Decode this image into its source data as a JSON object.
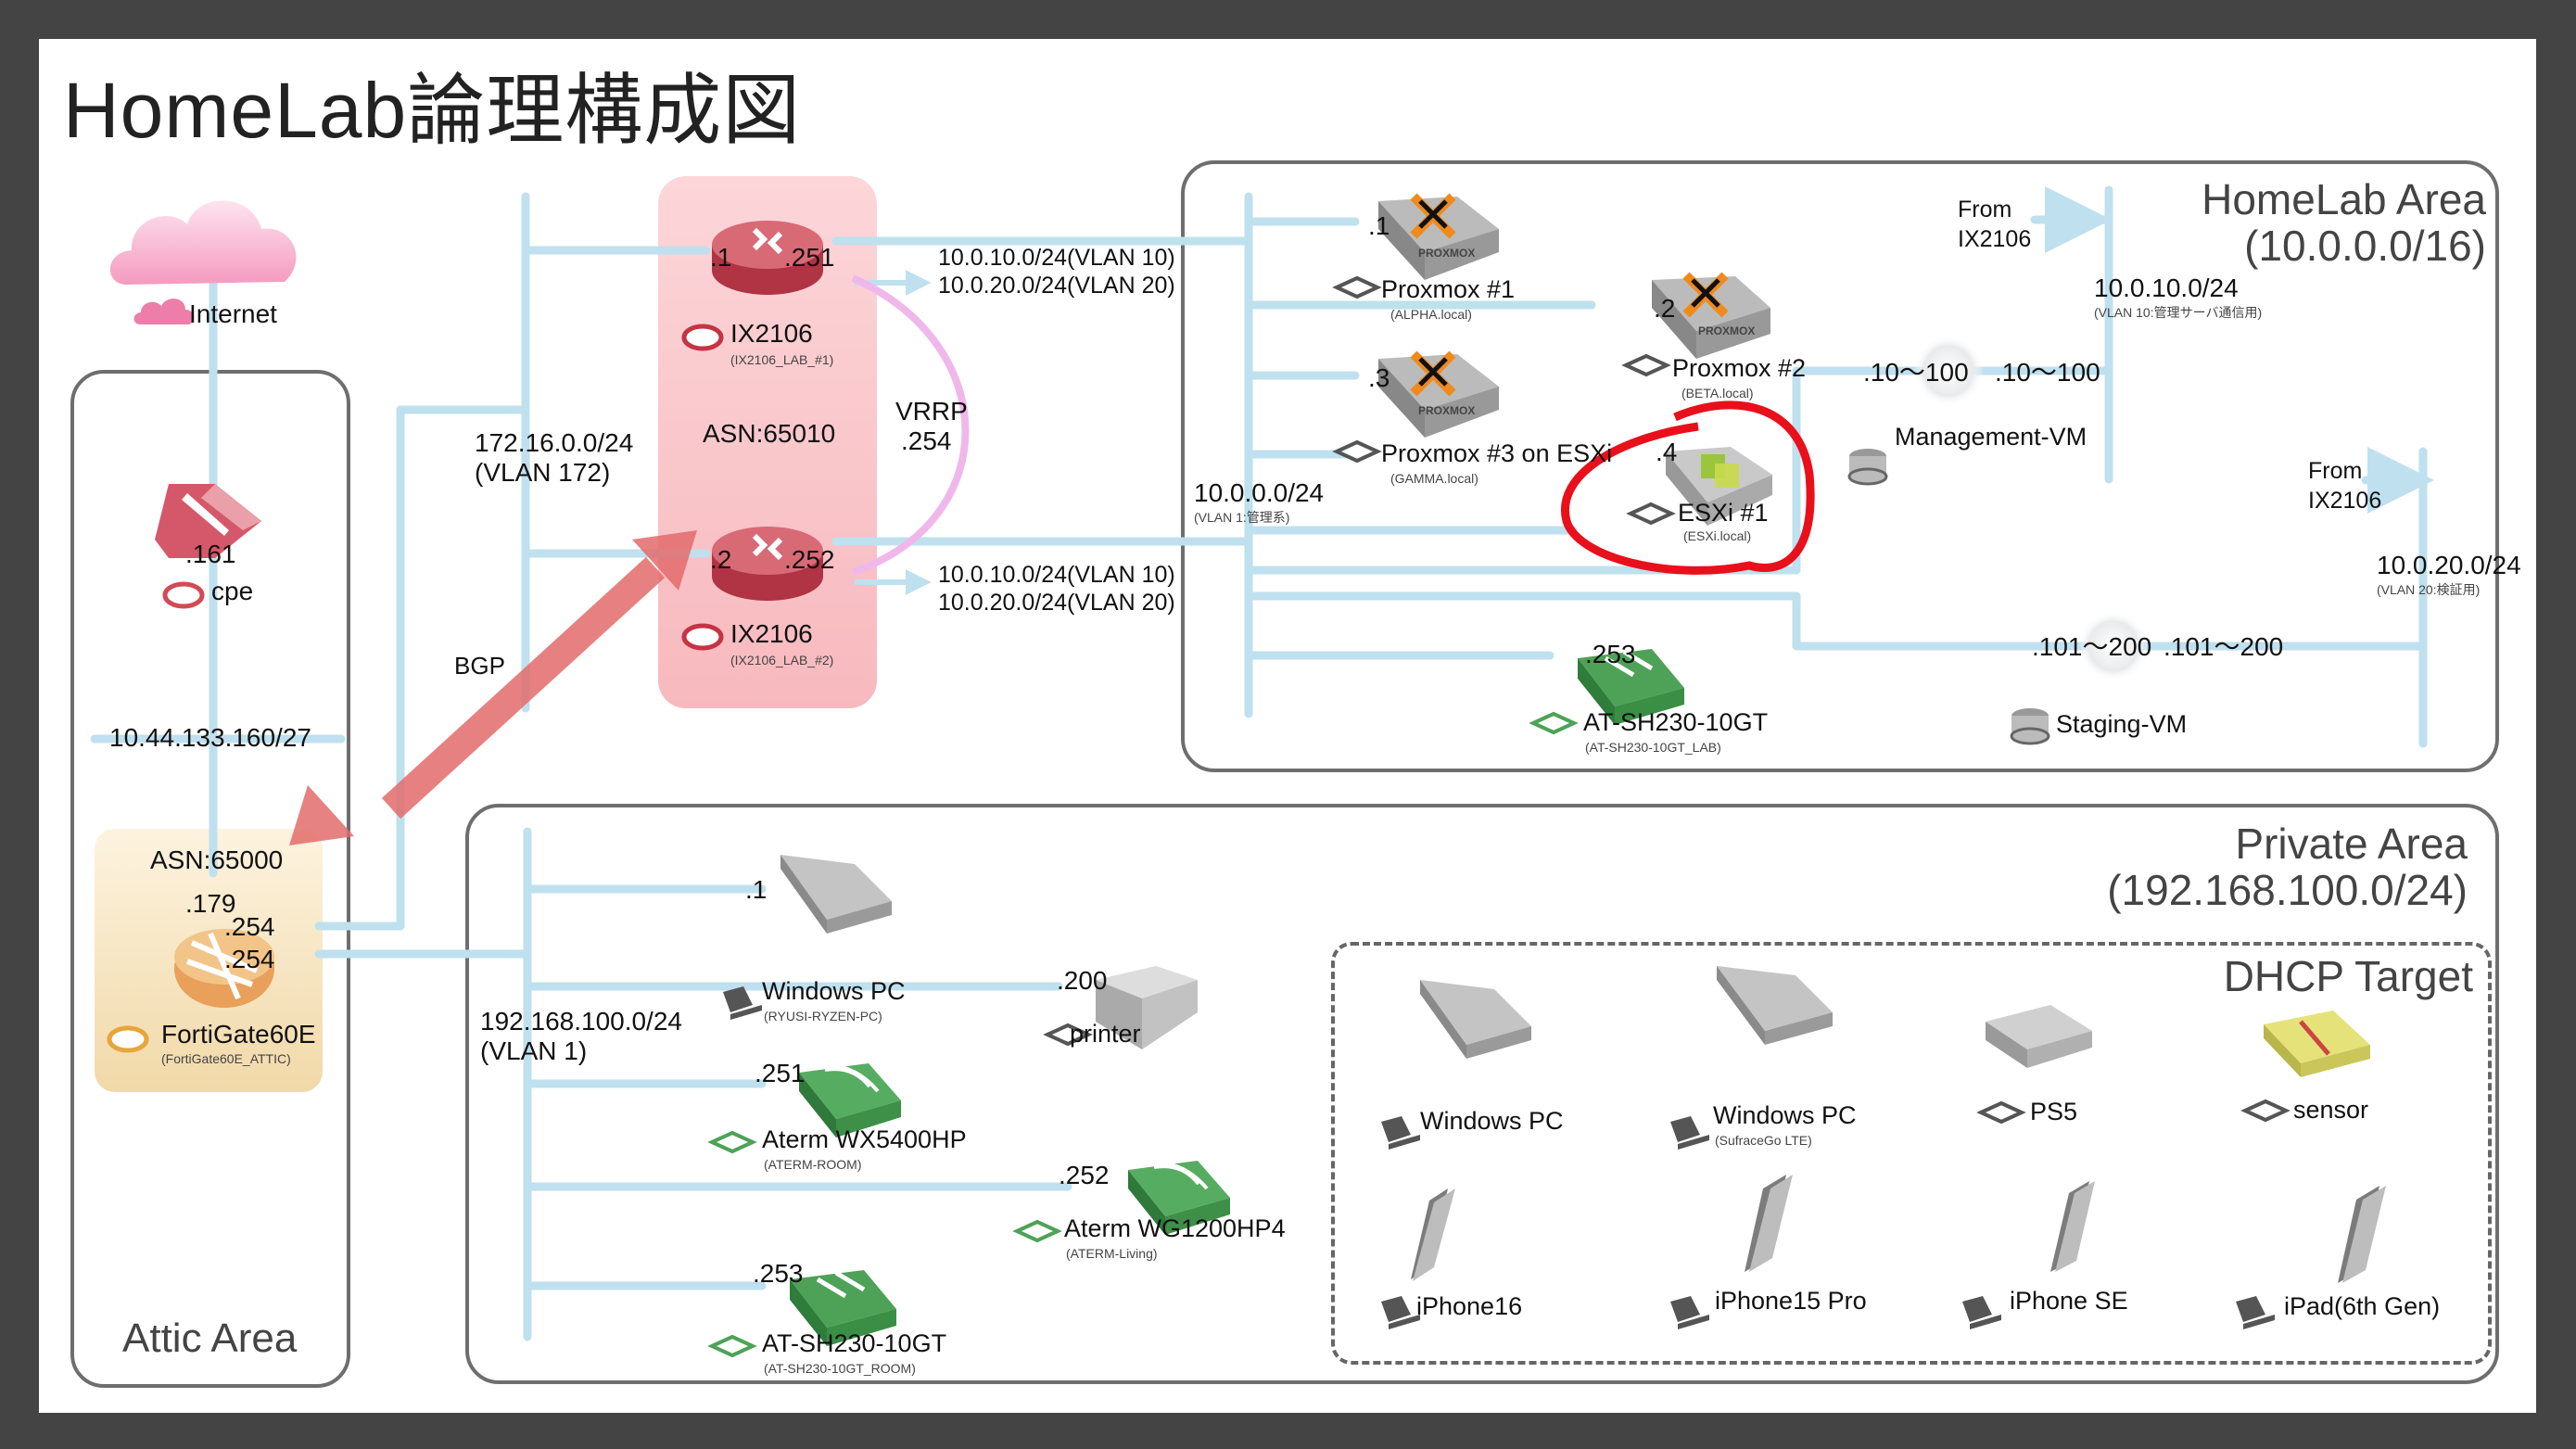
{
  "title": "HomeLab論理構成図",
  "areas": {
    "attic": "Attic Area",
    "homelab_line1": "HomeLab Area",
    "homelab_line2": "(10.0.0.0/16)",
    "private_line1": "Private Area",
    "private_line2": "(192.168.100.0/24)",
    "dhcp": "DHCP Target"
  },
  "attic": {
    "internet": "Internet",
    "cpe_addr": ".161",
    "cpe_name": "cpe",
    "wan_net": "10.44.133.160/27",
    "asn": "ASN:65000",
    "fg_addr1": ".179",
    "fg_addr2": ".254",
    "fg_addr3": ".254",
    "fg_name": "FortiGate60E",
    "fg_host": "(FortiGate60E_ATTIC)",
    "bgp": "BGP"
  },
  "core": {
    "net_line1": "172.16.0.0/24",
    "net_line2": "(VLAN 172)",
    "asn": "ASN:65010",
    "vrrp_line1": "VRRP",
    "vrrp_line2": ".254",
    "r1_addr_left": ".1",
    "r1_addr_right": ".251",
    "r1_name": "IX2106",
    "r1_host": "(IX2106_LAB_#1)",
    "r2_addr_left": ".2",
    "r2_addr_right": ".252",
    "r2_name": "IX2106",
    "r2_host": "(IX2106_LAB_#2)",
    "r1_routes": [
      "10.0.10.0/24(VLAN 10)",
      "10.0.20.0/24(VLAN 20)"
    ],
    "r2_routes": [
      "10.0.10.0/24(VLAN 10)",
      "10.0.20.0/24(VLAN 20)"
    ]
  },
  "homelab": {
    "mgmt_net": "10.0.0.0/24",
    "mgmt_vlan": "(VLAN 1:管理系)",
    "proxmox_brand": "PROXMOX",
    "pve1_addr": ".1",
    "pve1_name": "Proxmox #1",
    "pve1_host": "(ALPHA.local)",
    "pve2_addr": ".2",
    "pve2_name": "Proxmox #2",
    "pve2_host": "(BETA.local)",
    "pve3_addr": ".3",
    "pve3_name": "Proxmox #3 on ESXi",
    "pve3_host": "(GAMMA.local)",
    "esxi_addr": ".4",
    "esxi_name": "ESXi #1",
    "esxi_host": "(ESXi.local)",
    "sw_addr": ".253",
    "sw_name": "AT-SH230-10GT",
    "sw_host": "(AT-SH230-10GT_LAB)",
    "mgmt_range1": ".10～100",
    "mgmt_range2": ".10～100",
    "mgmt_vm": "Management-VM",
    "from1_line1": "From",
    "from1_line2": "IX2106",
    "vlan10_net": "10.0.10.0/24",
    "vlan10_desc": "(VLAN 10:管理サーバ通信用)",
    "from2_line1": "From",
    "from2_line2": "IX2106",
    "vlan20_net": "10.0.20.0/24",
    "vlan20_desc": "(VLAN 20:検証用)",
    "stg_range1": ".101～200",
    "stg_range2": ".101～200",
    "staging_vm": "Staging-VM"
  },
  "private": {
    "net_line1": "192.168.100.0/24",
    "net_line2": "(VLAN 1)",
    "pc_addr": ".1",
    "pc_name": "Windows PC",
    "pc_host": "(RYUSI-RYZEN-PC)",
    "printer_addr": ".200",
    "printer_name": "printer",
    "ap1_addr": ".251",
    "ap1_name": "Aterm WX5400HP",
    "ap1_host": "(ATERM-ROOM)",
    "ap2_addr": ".252",
    "ap2_name": "Aterm WG1200HP4",
    "ap2_host": "(ATERM-Living)",
    "sw_addr": ".253",
    "sw_name": "AT-SH230-10GT",
    "sw_host": "(AT-SH230-10GT_ROOM)"
  },
  "dhcp": {
    "devices": [
      {
        "name": "Windows PC",
        "host": ""
      },
      {
        "name": "Windows PC",
        "host": "(SufraceGo LTE)"
      },
      {
        "name": "PS5",
        "host": ""
      },
      {
        "name": "sensor",
        "host": ""
      },
      {
        "name": "iPhone16",
        "host": ""
      },
      {
        "name": "iPhone15 Pro",
        "host": ""
      },
      {
        "name": "iPhone SE",
        "host": ""
      },
      {
        "name": "iPad(6th Gen)",
        "host": ""
      }
    ]
  },
  "colors": {
    "line": "#bfe0ee",
    "router_red": "#c2404e",
    "core_bg": "#f8c8cc",
    "bgp_arrow": "#e36c6c",
    "vrrp": "#f0b8ea",
    "highlight": "#e8101a",
    "switch_green": "#4ea257",
    "firewall_orange": "#e0973e",
    "fortigate_bg": "#f8e7c6"
  }
}
